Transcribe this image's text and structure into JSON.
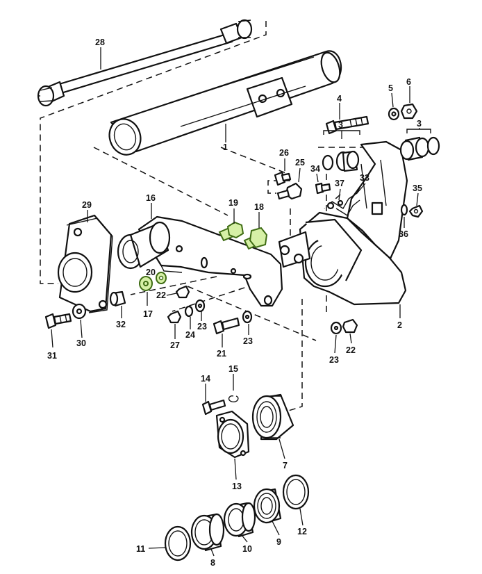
{
  "diagram": {
    "highlight_color": "#d6f0a6",
    "line_color": "#111111",
    "background": "#ffffff",
    "callouts": {
      "c28": "28",
      "c1": "1",
      "c29": "29",
      "c16": "16",
      "c19": "19",
      "c18": "18",
      "c20": "20",
      "c17": "17",
      "c22a": "22",
      "c23a": "23",
      "c27": "27",
      "c24": "24",
      "c21": "21",
      "c23b": "23",
      "c32": "32",
      "c30": "30",
      "c31": "31",
      "c4": "4",
      "c5": "5",
      "c6": "6",
      "c3a": "3",
      "c3b": "3",
      "c26": "26",
      "c25": "25",
      "c34": "34",
      "c37": "37",
      "c33": "33",
      "c35": "35",
      "c36": "36",
      "c2": "2",
      "c23c": "23",
      "c22b": "22",
      "c14": "14",
      "c15": "15",
      "c13": "13",
      "c7": "7",
      "c11": "11",
      "c8": "8",
      "c10": "10",
      "c9": "9",
      "c12": "12"
    }
  }
}
